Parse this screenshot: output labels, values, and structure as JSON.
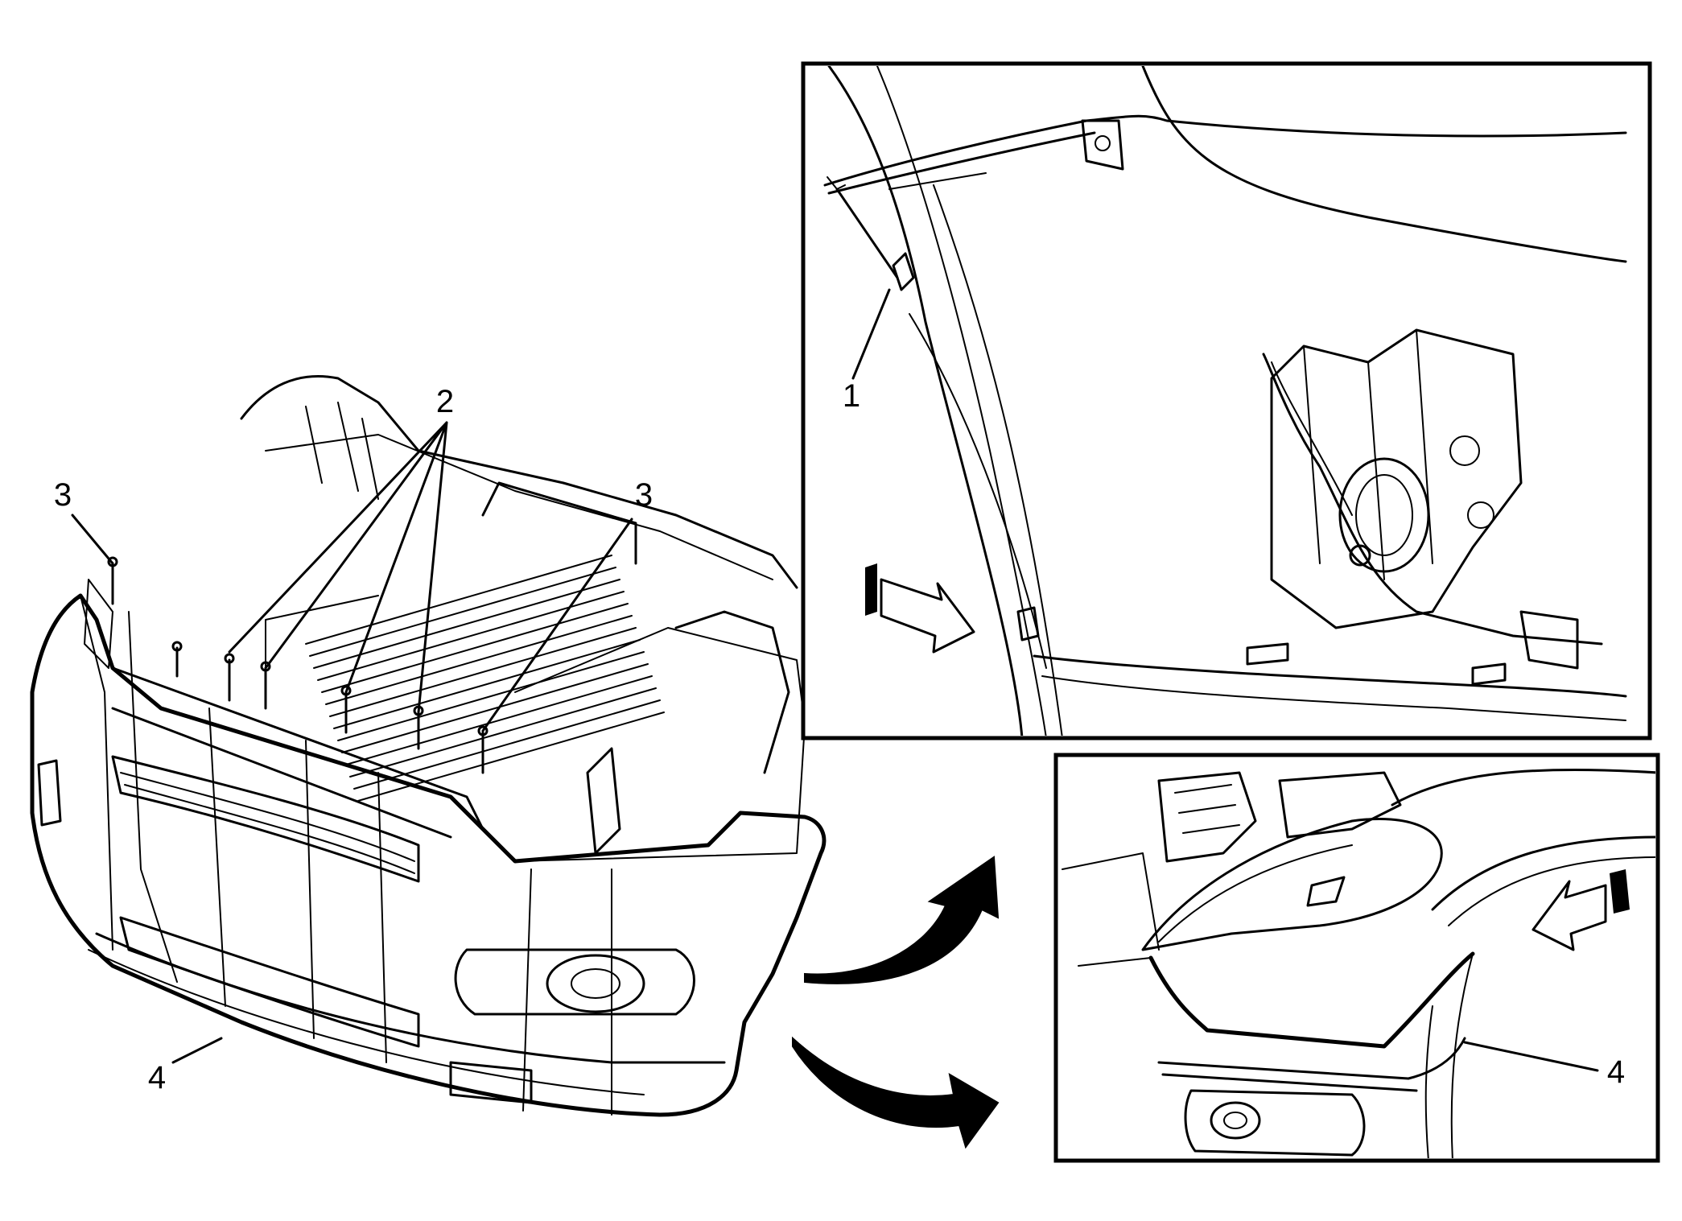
{
  "callouts": {
    "retainer_inset": "1",
    "upper_fasteners": "2",
    "side_fasteners_left": "3",
    "side_fasteners_right": "3",
    "fascia_main": "4",
    "fascia_inset": "4"
  },
  "colors": {
    "line": "#000000",
    "background": "#ffffff"
  },
  "icons": {
    "direction_arrow_top": "direction-arrow-icon",
    "direction_arrow_bottom": "direction-arrow-icon",
    "curved_arrow_upper": "curved-arrow-icon",
    "curved_arrow_lower": "curved-arrow-icon"
  }
}
